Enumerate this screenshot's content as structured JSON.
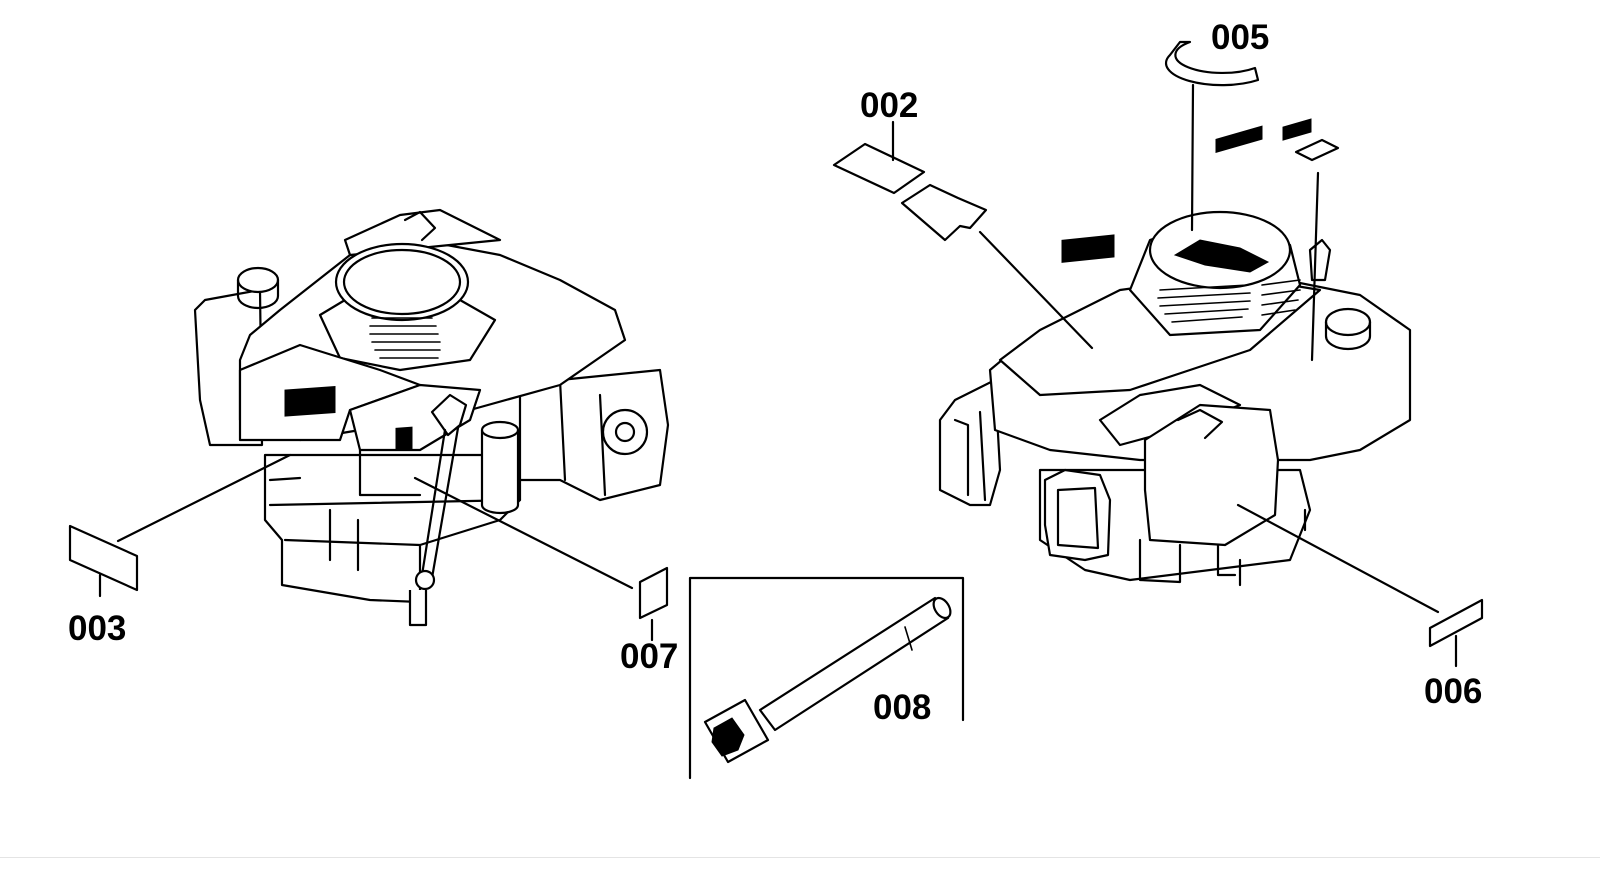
{
  "diagram": {
    "callouts": {
      "p002": "002",
      "p003": "003",
      "p005": "005",
      "p006": "006",
      "p007": "007",
      "p008": "008"
    },
    "colors": {
      "line": "#000000",
      "background": "#ffffff"
    }
  }
}
